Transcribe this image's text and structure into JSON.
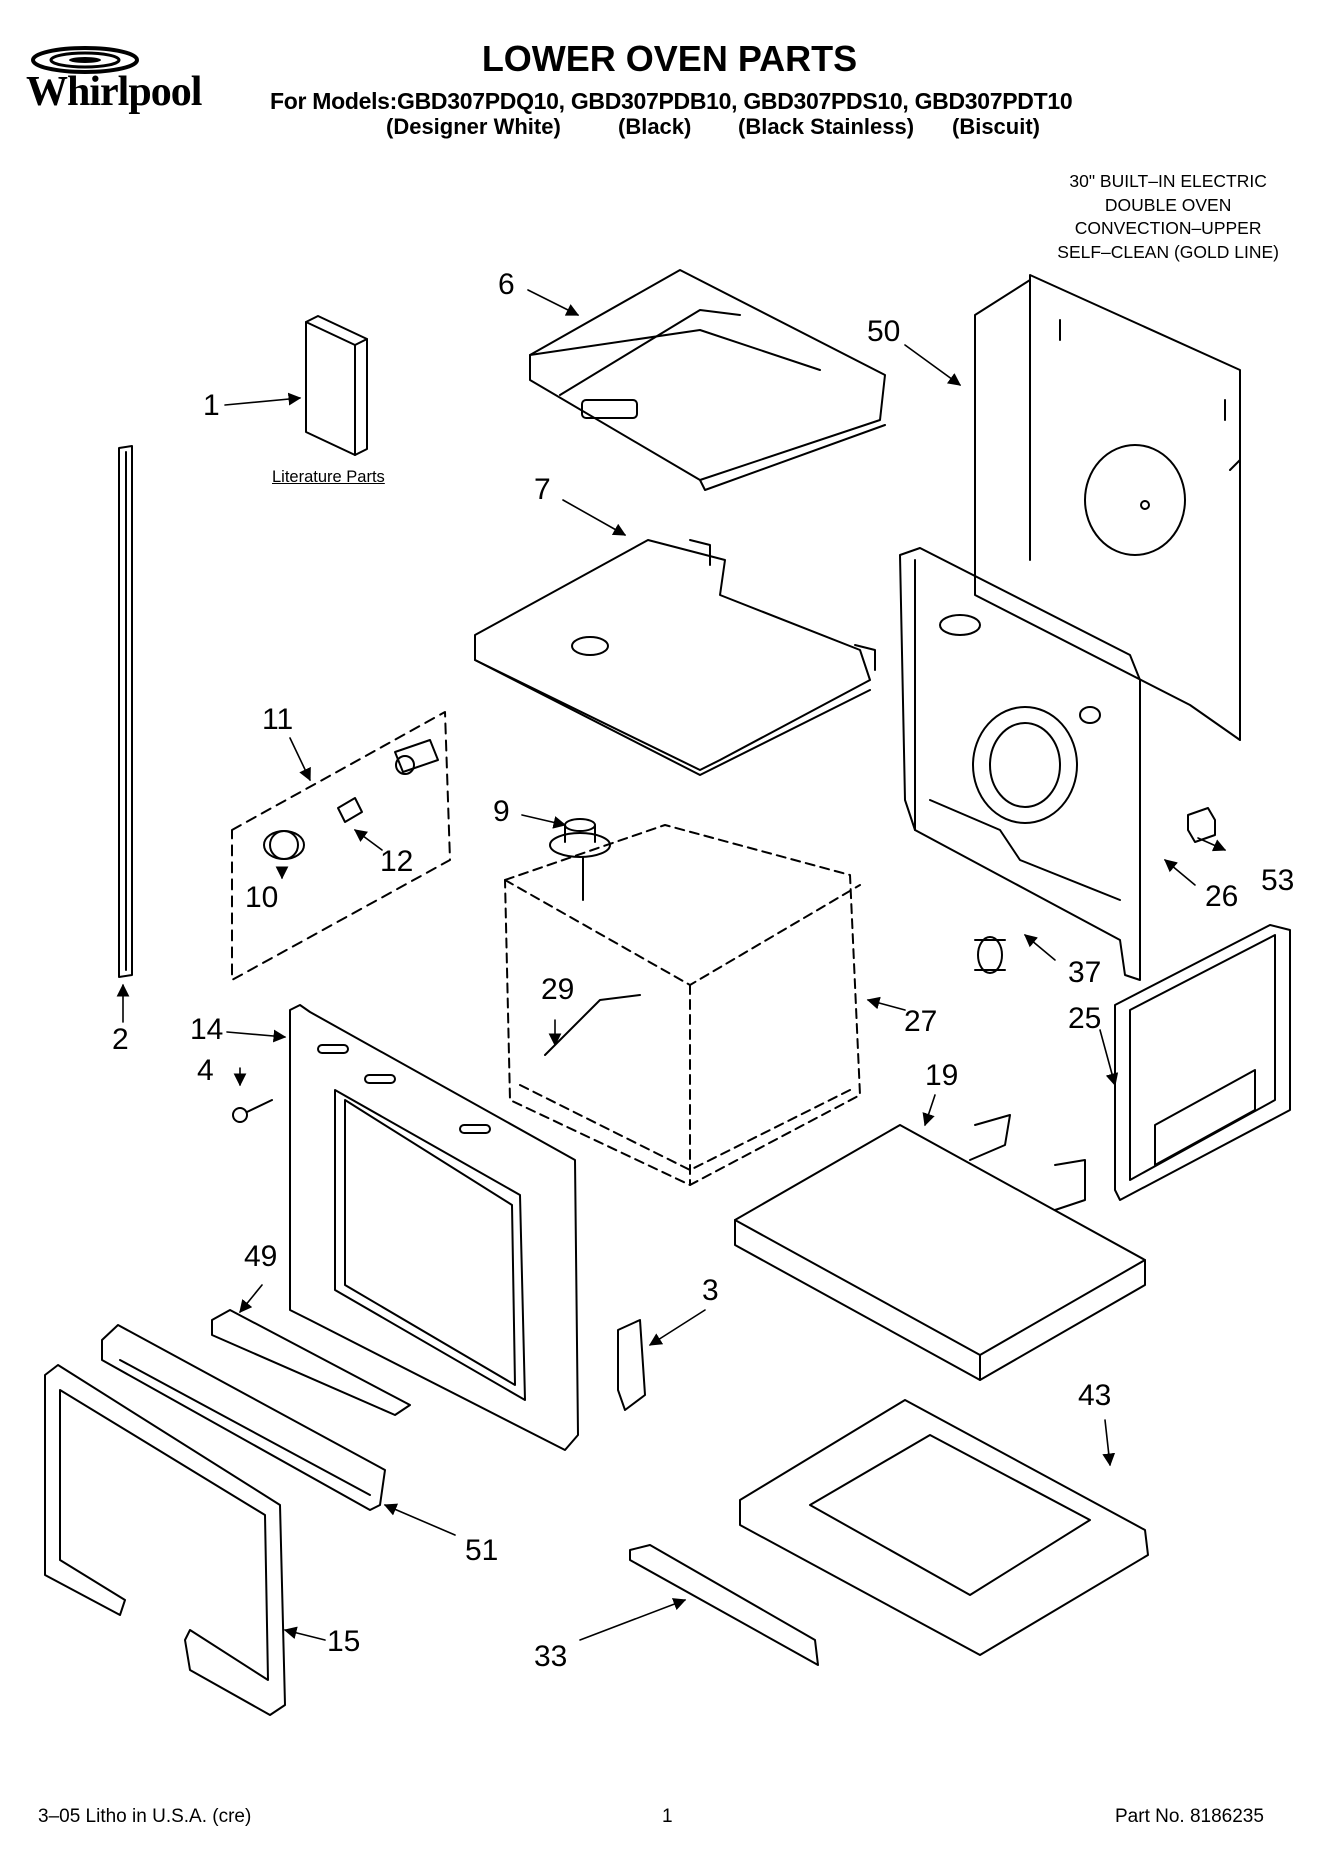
{
  "brand": "Whirlpool",
  "title": "LOWER OVEN PARTS",
  "models_line": "For Models:GBD307PDQ10, GBD307PDB10, GBD307PDS10, GBD307PDT10",
  "model_colors": [
    "(Designer White)",
    "(Black)",
    "(Black Stainless)",
    "(Biscuit)"
  ],
  "description": [
    "30\" BUILT–IN ELECTRIC",
    "DOUBLE OVEN",
    "CONVECTION–UPPER",
    "SELF–CLEAN (GOLD LINE)"
  ],
  "literature_label": "Literature Parts",
  "callouts": [
    "1",
    "2",
    "3",
    "4",
    "6",
    "7",
    "9",
    "10",
    "11",
    "12",
    "14",
    "15",
    "19",
    "25",
    "26",
    "27",
    "29",
    "33",
    "37",
    "43",
    "49",
    "50",
    "51",
    "53"
  ],
  "footer": {
    "left": "3–05 Litho in U.S.A. (cre)",
    "page": "1",
    "part_no": "Part No. 8186235"
  }
}
